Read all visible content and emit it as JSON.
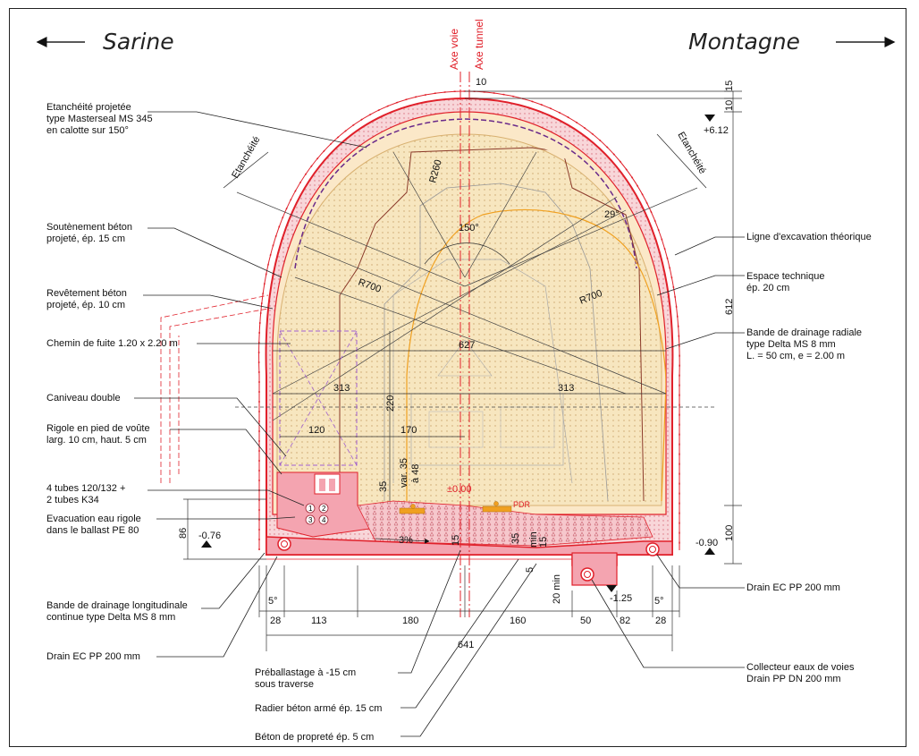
{
  "directions": {
    "left": "Sarine",
    "right": "Montagne"
  },
  "axes": {
    "voie": "Axe voie",
    "tunnel": "Axe tunnel"
  },
  "labels_left": [
    {
      "lines": [
        "Etanchéité projetée",
        "type Masterseal MS 345",
        "en calotte sur 150°"
      ]
    },
    {
      "lines": [
        "Soutènement béton",
        "projeté, ép. 15 cm"
      ]
    },
    {
      "lines": [
        "Revêtement béton",
        "projeté, ép. 10 cm"
      ]
    },
    {
      "lines": [
        "Chemin de fuite 1.20 x 2.20 m"
      ]
    },
    {
      "lines": [
        "Caniveau double"
      ]
    },
    {
      "lines": [
        "Rigole en pied de voûte",
        "larg. 10 cm, haut. 5 cm"
      ]
    },
    {
      "lines": [
        "4 tubes 120/132 +",
        "2 tubes K34"
      ]
    },
    {
      "lines": [
        "Evacuation eau rigole",
        "dans le ballast PE 80"
      ]
    },
    {
      "lines": [
        "Bande de drainage longitudinale",
        "continue type Delta MS 8 mm"
      ]
    },
    {
      "lines": [
        "Drain EC PP 200 mm"
      ]
    }
  ],
  "labels_right": [
    {
      "lines": [
        "Ligne d'excavation théorique"
      ]
    },
    {
      "lines": [
        "Espace technique",
        "ép. 20 cm"
      ]
    },
    {
      "lines": [
        "Bande de drainage radiale",
        "type Delta MS 8 mm",
        "L. = 50 cm, e = 2.00 m"
      ]
    },
    {
      "lines": [
        "Drain EC PP 200 mm"
      ]
    },
    {
      "lines": [
        "Collecteur eaux de voies",
        "Drain PP DN 200 mm"
      ]
    }
  ],
  "labels_bottom": [
    {
      "lines": [
        "Préballastage à -15 cm",
        "sous traverse"
      ]
    },
    {
      "lines": [
        "Radier béton armé ép. 15 cm"
      ]
    },
    {
      "lines": [
        "Béton de propreté ép. 5 cm"
      ]
    }
  ],
  "etancheite": "Etanchéité",
  "radii": {
    "r260": "R260",
    "r700_left": "R700",
    "r700_right": "R700"
  },
  "angles": {
    "a150": "150°",
    "a29": "29°",
    "a5_left": "5°",
    "a5_right": "5°"
  },
  "levels": {
    "top": "+6.12",
    "zero": "±0.00",
    "left": "-0.76",
    "right": "-0.90",
    "collector": "-1.25"
  },
  "dims": {
    "d10_top": "10",
    "d15_side": "15",
    "d10_side": "10",
    "d612": "612",
    "d100": "100",
    "d627": "627",
    "d313_left": "313",
    "d313_right": "313",
    "d220": "220",
    "d120": "120",
    "d170": "170",
    "var": "var. 35",
    "a48": "à 48",
    "d35_v": "35",
    "slope": "3%",
    "d15_a": "15",
    "d35_b": "35",
    "d15_b": "15",
    "d5": "5",
    "min": "min",
    "d20min": "20 min",
    "d86": "86",
    "b28_l": "28",
    "b113": "113",
    "b180": "180",
    "b160": "160",
    "b50": "50",
    "b82": "82",
    "b28_r": "28",
    "b641": "641"
  },
  "tubes": [
    "1",
    "2",
    "3",
    "4"
  ],
  "pdr": "PDR",
  "colors": {
    "accent_red": "#e0202a",
    "fill_tan": "#f5e0b3",
    "fill_pink": "#f4a4b0",
    "line_brown": "#8b3a2a",
    "line_orange": "#f0a020",
    "line_purple": "#a060d0",
    "line_blue": "#3060c0"
  }
}
